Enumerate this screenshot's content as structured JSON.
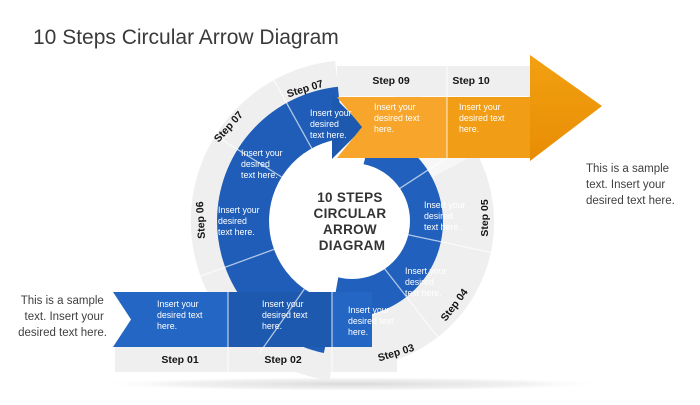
{
  "title": "10 Steps Circular Arrow Diagram",
  "center": {
    "lines": [
      "10 STEPS",
      "CIRCULAR",
      "ARROW",
      "DIAGRAM"
    ]
  },
  "side_left": {
    "lines": [
      "This is a sample",
      "text. Insert your",
      "desired text here."
    ]
  },
  "side_right": {
    "lines": [
      "This is a sample",
      "text. Insert your",
      "desired text here."
    ]
  },
  "steps": {
    "s01": {
      "label": "Step 01"
    },
    "s02": {
      "label": "Step 02"
    },
    "s03": {
      "label": "Step 03"
    },
    "s04": {
      "label": "Step 04"
    },
    "s05": {
      "label": "Step 05"
    },
    "s06": {
      "label": "Step 06"
    },
    "s07": {
      "label": "Step 07"
    },
    "s08": {
      "label": "Step 07"
    },
    "s09": {
      "label": "Step 09"
    },
    "s10": {
      "label": "Step 10"
    }
  },
  "placeholder": {
    "a": [
      "Insert your",
      "desired",
      "text here."
    ],
    "b": [
      "Insert your",
      "desired text",
      "here."
    ]
  },
  "colors": {
    "blue": "#1e5bb2",
    "blue_light": "#2366c4",
    "blue_mid": "#1d59ae",
    "orange": "#f7a62b",
    "orange_mid": "#f19d15",
    "orange_dark": "#ee9208",
    "ring_gray": "#efefef",
    "label_black": "#151515",
    "body_text": "#3f3f3f",
    "title_text": "#3a3a3a"
  }
}
